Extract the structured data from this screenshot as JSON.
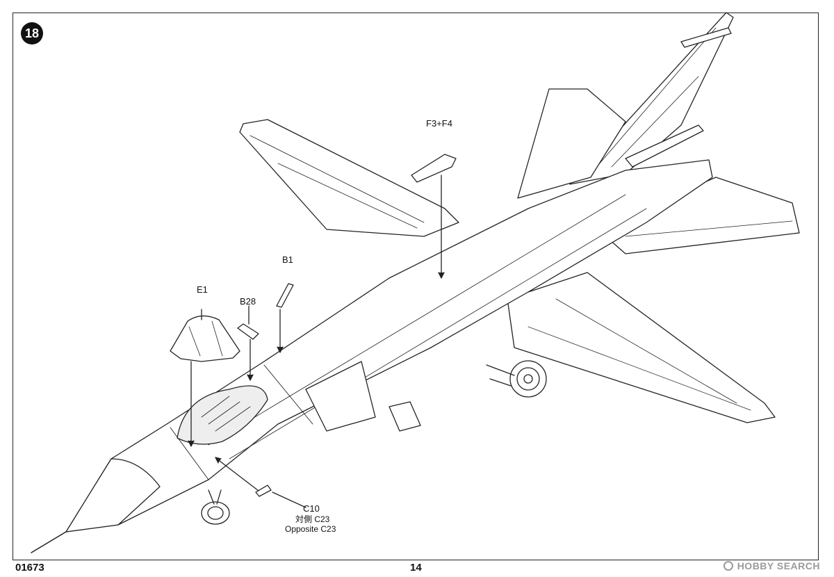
{
  "step_number": "18",
  "parts": {
    "f3f4": "F3+F4",
    "b1": "B1",
    "e1": "E1",
    "b28": "B28",
    "c10": "C10",
    "c10_note_jp": "対側 C23",
    "c10_note_en": "Opposite  C23"
  },
  "footer": {
    "kit_code": "01673",
    "page_number": "14"
  },
  "watermark": "HOBBY SEARCH"
}
